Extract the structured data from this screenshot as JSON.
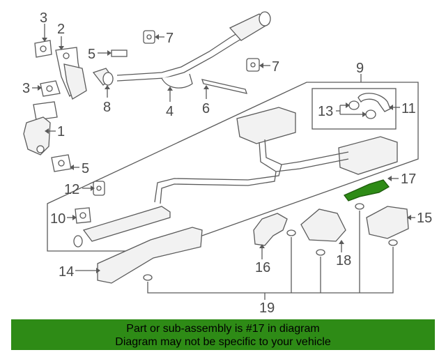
{
  "callouts": {
    "c1": "1",
    "c2": "2",
    "c3a": "3",
    "c3b": "3",
    "c4": "4",
    "c5a": "5",
    "c5b": "5",
    "c6": "6",
    "c7a": "7",
    "c7b": "7",
    "c8": "8",
    "c9": "9",
    "c10": "10",
    "c11": "11",
    "c12": "12",
    "c13": "13",
    "c14": "14",
    "c15": "15",
    "c16": "16",
    "c17": "17",
    "c18": "18",
    "c19": "19"
  },
  "highlight_color": "#2e8b16",
  "banner": {
    "line1": "Part or sub-assembly is #17 in diagram",
    "line2": "Diagram may not be specific to your vehicle"
  }
}
